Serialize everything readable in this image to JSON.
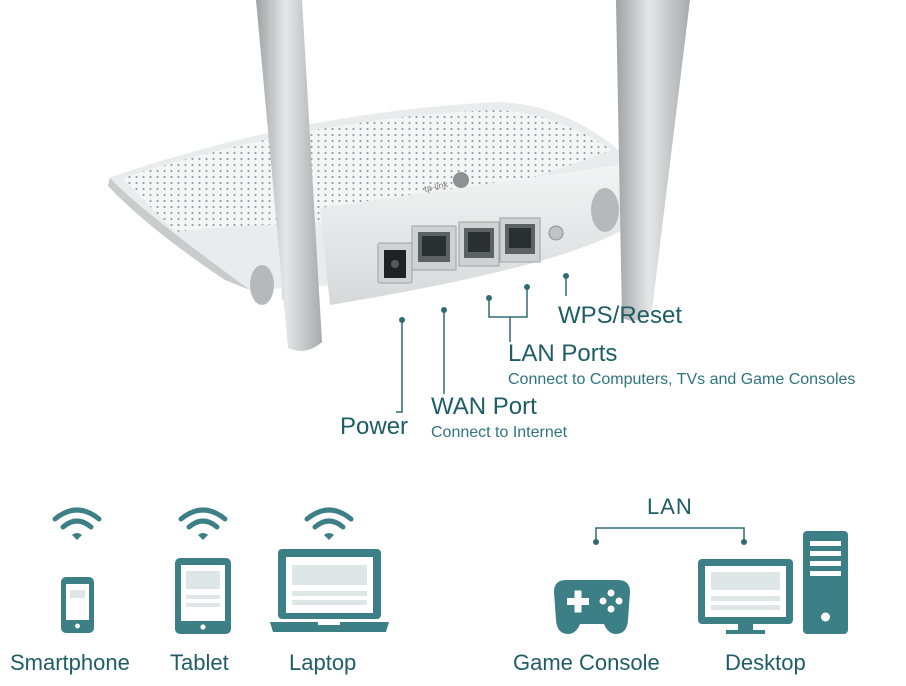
{
  "router_labels": {
    "wps_reset": "WPS/Reset",
    "lan_ports": "LAN Ports",
    "lan_ports_desc": "Connect to Computers, TVs and Game Consoles",
    "wan_port": "WAN Port",
    "wan_port_desc": "Connect to Internet",
    "power": "Power"
  },
  "wireless_devices": [
    {
      "label": "Smartphone",
      "icon": "smartphone-icon"
    },
    {
      "label": "Tablet",
      "icon": "tablet-icon"
    },
    {
      "label": "Laptop",
      "icon": "laptop-icon"
    }
  ],
  "wired_group": {
    "title": "LAN",
    "devices": [
      {
        "label": "Game Console",
        "icon": "gamepad-icon"
      },
      {
        "label": "Desktop",
        "icon": "desktop-icon"
      }
    ]
  },
  "colors": {
    "accent": "#3d7f86",
    "text": "#1e5d66"
  }
}
